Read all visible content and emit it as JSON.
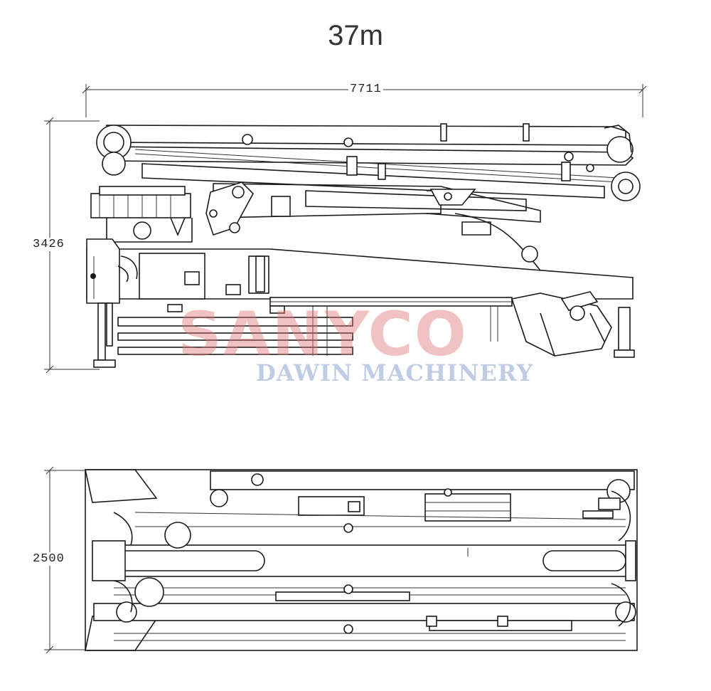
{
  "title": "37m",
  "dimensions": {
    "side_length": "7711",
    "side_height": "3426",
    "top_width": "2500"
  },
  "watermark": {
    "brand": "SANYCO",
    "company": "DAWIN MACHINERY",
    "brand_color": "#e07878",
    "company_color": "#8ca0cd"
  },
  "colors": {
    "line": "#1a1a1a",
    "background": "#ffffff"
  }
}
